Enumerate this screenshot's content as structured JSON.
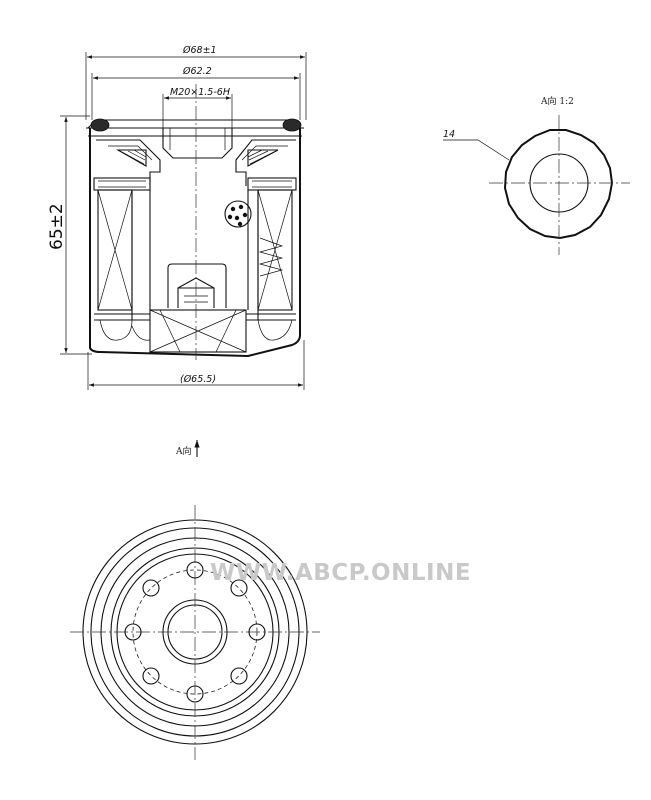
{
  "drawing": {
    "dimensions": {
      "outer_diameter": "Ø68±1",
      "gasket_diameter": "Ø62.2",
      "thread": "M20×1.5-6H",
      "height": "65±2",
      "body_diameter": "(Ø65.5)"
    },
    "views": {
      "view_a_title": "A向 1:2",
      "view_a_leader_label": "14",
      "view_arrow_label": "A向"
    },
    "watermark": "WWW.ABCP.ONLINE"
  }
}
